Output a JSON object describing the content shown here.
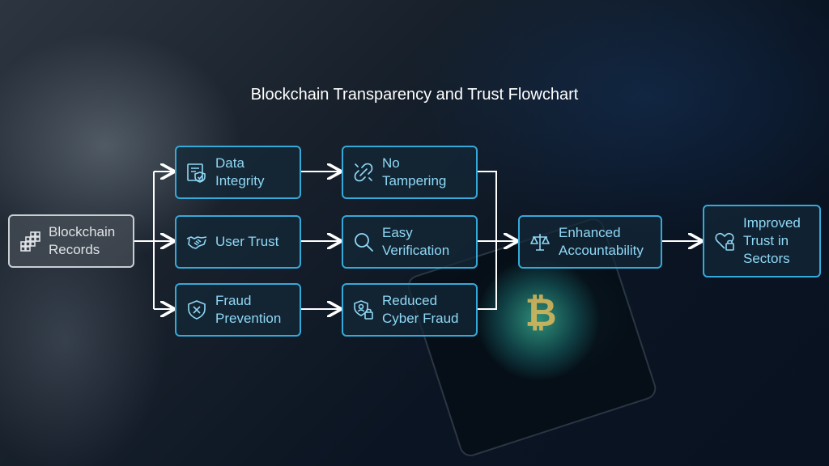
{
  "title": "Blockchain Transparency and Trust Flowchart",
  "colors": {
    "accent": "#35a9d9",
    "text": "#8fd8f6",
    "source_border": "#c9ced3",
    "connector": "#ffffff"
  },
  "nodes": {
    "blockchain_records": {
      "label": "Blockchain\nRecords",
      "icon": "blocks-grid-icon"
    },
    "data_integrity": {
      "label": "Data\nIntegrity",
      "icon": "document-shield-icon"
    },
    "user_trust": {
      "label": "User Trust",
      "icon": "handshake-icon"
    },
    "fraud_prevention": {
      "label": "Fraud\nPrevention",
      "icon": "shield-x-icon"
    },
    "no_tampering": {
      "label": "No\nTampering",
      "icon": "broken-link-icon"
    },
    "easy_verification": {
      "label": "Easy\nVerification",
      "icon": "magnifier-icon"
    },
    "reduced_cyber_fraud": {
      "label": "Reduced\nCyber Fraud",
      "icon": "user-shield-icon"
    },
    "enhanced_accountability": {
      "label": "Enhanced\nAccountability",
      "icon": "scales-icon"
    },
    "improved_trust": {
      "label": "Improved\nTrust in\nSectors",
      "icon": "heart-lock-icon"
    }
  }
}
